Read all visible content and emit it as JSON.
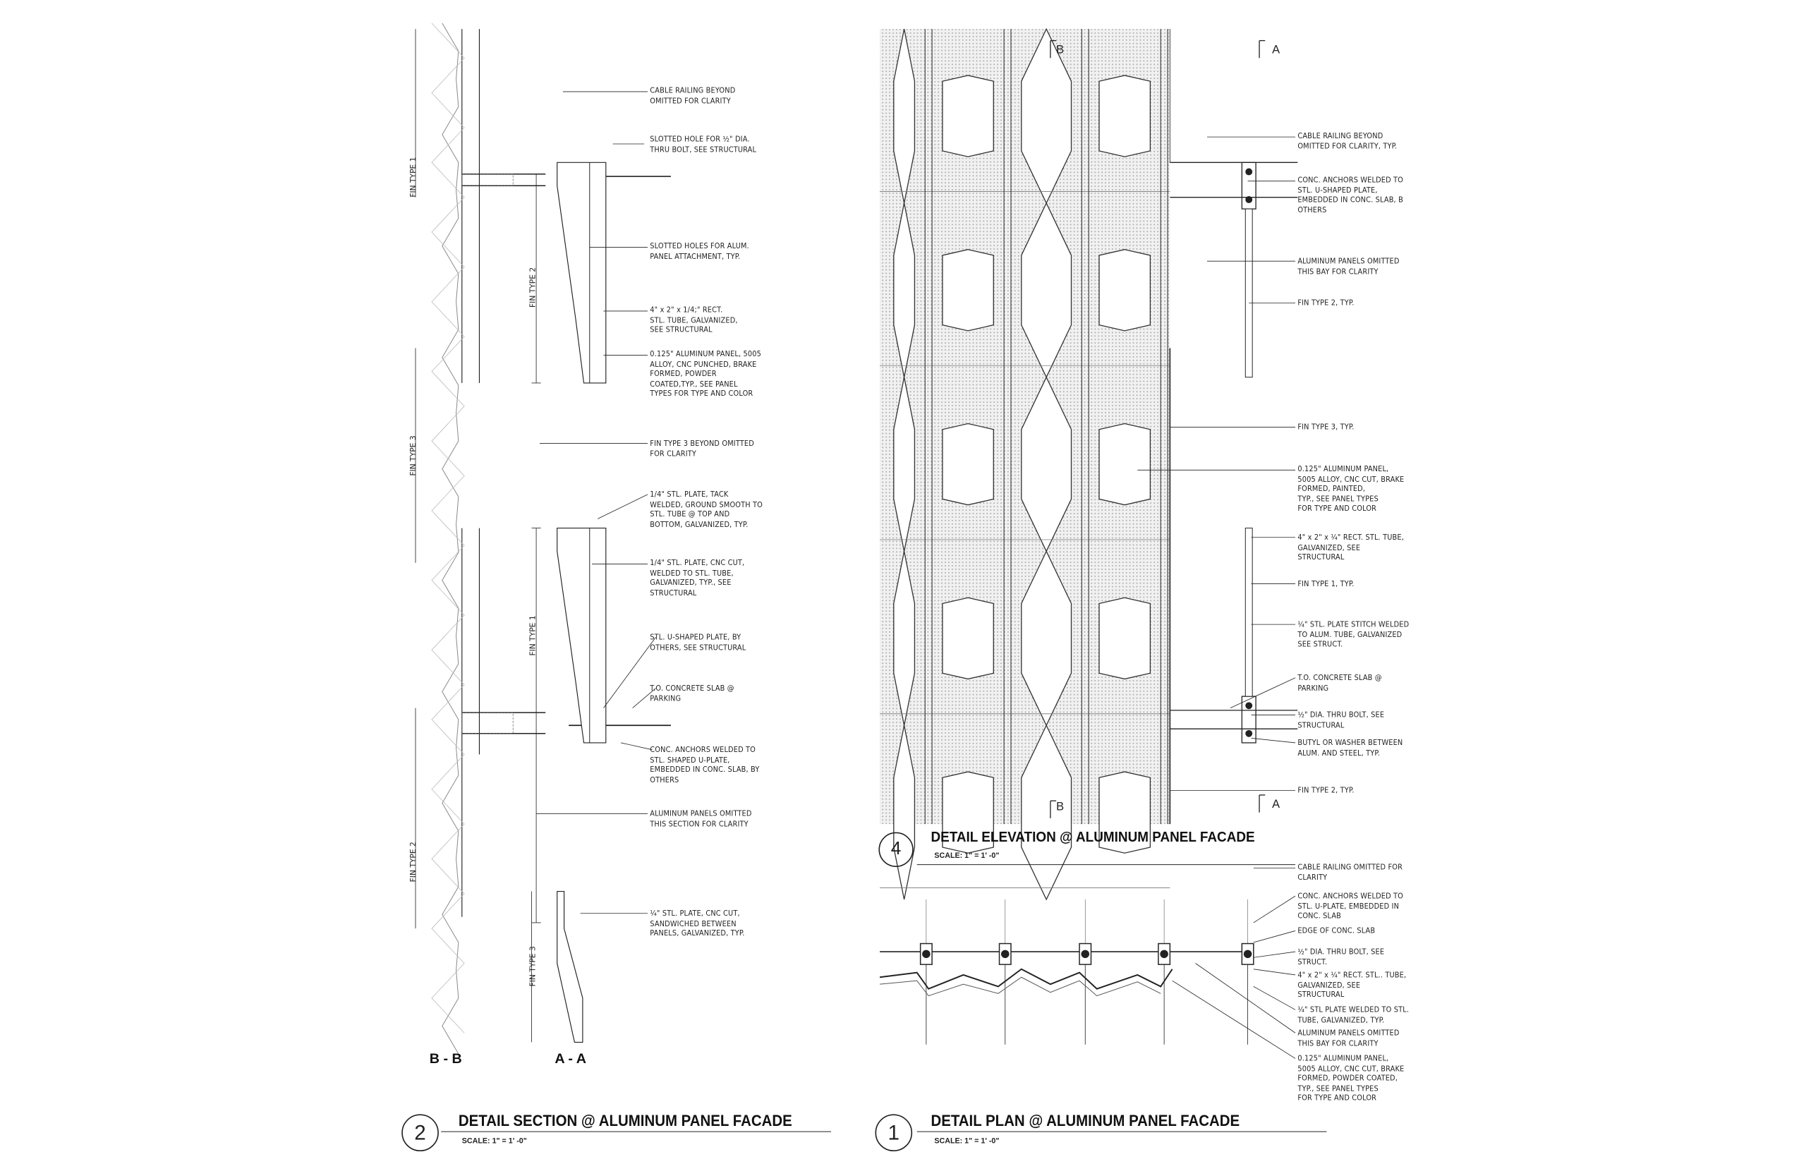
{
  "section_drawing": {
    "number": "2",
    "title": "DETAIL SECTION @ ALUMINUM PANEL FACADE",
    "scale": "SCALE: 1\" = 1' -0\"",
    "cut_labels": [
      "B - B",
      "A - A"
    ],
    "fin_labels": [
      "FIN TYPE 1",
      "FIN TYPE 3",
      "FIN TYPE 2",
      "FIN TYPE 2",
      "FIN TYPE 1",
      "FIN TYPE 3"
    ],
    "notes": [
      "CABLE RAILING BEYOND\nOMITTED FOR CLARITY",
      "SLOTTED HOLE FOR ½\" DIA.\nTHRU BOLT, SEE STRUCTURAL",
      "SLOTTED HOLES FOR ALUM.\nPANEL ATTACHMENT, TYP.",
      "4\" x 2\" x 1/4;\" RECT.\nSTL. TUBE, GALVANIZED,\nSEE STRUCTURAL",
      "0.125\" ALUMINUM PANEL, 5005\nALLOY, CNC PUNCHED, BRAKE\nFORMED, POWDER\nCOATED,TYP., SEE PANEL\nTYPES FOR TYPE AND COLOR",
      "FIN TYPE 3 BEYOND OMITTED\nFOR CLARITY",
      "1/4\" STL. PLATE, TACK\nWELDED, GROUND SMOOTH TO\nSTL. TUBE @ TOP AND\nBOTTOM, GALVANIZED, TYP.",
      "1/4\" STL. PLATE, CNC CUT,\nWELDED TO STL. TUBE,\nGALVANIZED, TYP., SEE\nSTRUCTURAL",
      "STL. U-SHAPED PLATE, BY\nOTHERS, SEE STRUCTURAL",
      "T.O. CONCRETE SLAB @\nPARKING",
      "CONC. ANCHORS WELDED TO\nSTL. SHAPED U-PLATE,\nEMBEDDED IN CONC. SLAB, BY\nOTHERS",
      "ALUMINUM PANELS OMITTED\nTHIS SECTION FOR CLARITY",
      "¼\" STL. PLATE, CNC CUT,\nSANDWICHED BETWEEN\nPANELS, GALVANIZED, TYP."
    ]
  },
  "elevation_drawing": {
    "number": "4",
    "title": "DETAIL ELEVATION @ ALUMINUM PANEL FACADE",
    "scale": "SCALE: 1\" = 1' -0\"",
    "section_markers": [
      "B",
      "A",
      "B",
      "A"
    ],
    "notes": [
      "CABLE RAILING BEYOND\nOMITTED FOR CLARITY, TYP.",
      "CONC. ANCHORS WELDED TO\nSTL. U-SHAPED PLATE,\nEMBEDDED IN CONC. SLAB, B\nOTHERS",
      "ALUMINUM PANELS OMITTED\nTHIS BAY FOR CLARITY",
      "FIN TYPE 2, TYP.",
      "FIN TYPE 3, TYP.",
      "0.125\" ALUMINUM PANEL,\n5005 ALLOY, CNC CUT, BRAKE\nFORMED, PAINTED,\nTYP., SEE PANEL TYPES\nFOR TYPE AND COLOR",
      "4\" x 2\" x ¼\" RECT. STL. TUBE,\nGALVANIZED, SEE\nSTRUCTURAL",
      "FIN TYPE 1, TYP.",
      "¼\" STL. PLATE STITCH WELDED\nTO ALUM. TUBE, GALVANIZED\nSEE STRUCT.",
      "T.O. CONCRETE SLAB @\nPARKING",
      "½\" DIA. THRU BOLT, SEE\nSTRUCTURAL",
      "BUTYL OR WASHER BETWEEN\nALUM. AND STEEL, TYP.",
      "FIN TYPE 2, TYP."
    ]
  },
  "plan_drawing": {
    "number": "1",
    "title": "DETAIL PLAN @ ALUMINUM PANEL FACADE",
    "scale": "SCALE: 1\" = 1' -0\"",
    "notes": [
      "CABLE RAILING OMITTED FOR\nCLARITY",
      "CONC. ANCHORS WELDED TO\nSTL. U-PLATE, EMBEDDED IN\nCONC. SLAB",
      "EDGE OF CONC. SLAB",
      "½\" DIA. THRU BOLT, SEE\nSTRUCT.",
      "4\" x 2\" x ¼\" RECT. STL.. TUBE,\nGALVANIZED, SEE\nSTRUCTURAL",
      "¼\" STL PLATE WELDED TO STL.\nTUBE, GALVANIZED, TYP.",
      "ALUMINUM PANELS OMITTED\nTHIS BAY FOR CLARITY",
      "0.125\" ALUMINUM PANEL,\n5005 ALLOY, CNC CUT, BRAKE\nFORMED, POWDER COATED,\nTYP., SEE PANEL TYPES\nFOR TYPE AND COLOR"
    ]
  },
  "colors": {
    "line": "#222222",
    "panel_fill": "#e6e6e6"
  }
}
